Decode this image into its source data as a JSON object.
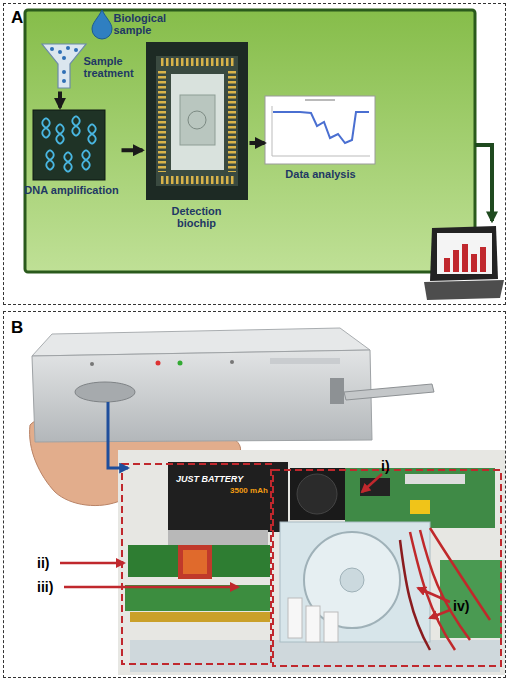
{
  "diagram": {
    "nodes": [
      {
        "text": [
          "A"
        ]
      },
      {
        "text": [
          "Biological sample"
        ],
        "in": 0
      },
      {
        "text": [
          "Sample treatment"
        ],
        "in": 0
      },
      {
        "text": [
          "DNA amplification"
        ],
        "in": 0
      },
      {
        "text": [
          "Detection biochip"
        ],
        "in": 0
      },
      {
        "text": [
          "Data analysis"
        ],
        "in": 0
      },
      {
        "text": [
          "B"
        ]
      }
    ],
    "edges": [
      {
        "from": 2,
        "to": 3,
        "arrow": "to"
      },
      {
        "from": 3,
        "to": 4,
        "arrow": "to"
      },
      {
        "from": 4,
        "to": 5,
        "arrow": "to"
      }
    ],
    "labels": [
      "i)",
      "ii)",
      "iii)",
      "iv)",
      "JUST BATTERY",
      "3500 mAh"
    ]
  }
}
